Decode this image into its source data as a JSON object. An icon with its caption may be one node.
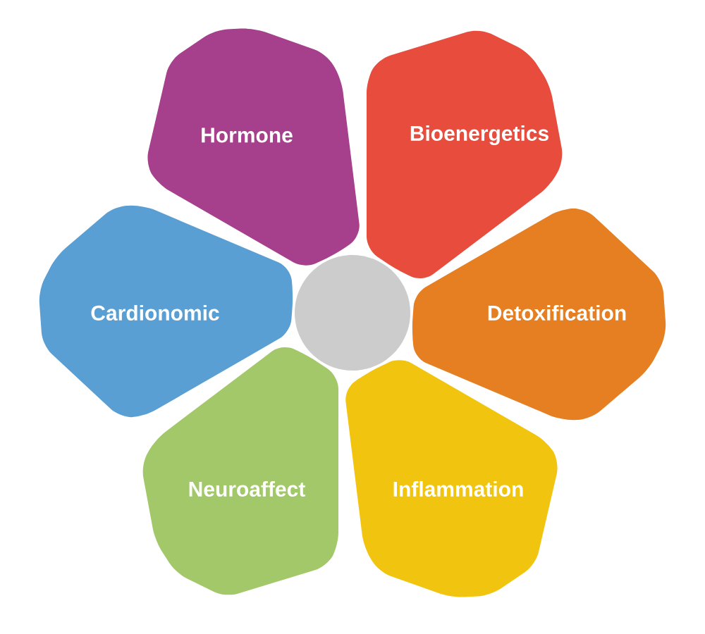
{
  "diagram": {
    "nodes": [
      {
        "text": [
          "Hormone"
        ]
      },
      {
        "text": [
          "Bioenergetics"
        ]
      },
      {
        "text": [
          "Cardionomic"
        ]
      },
      {
        "text": [
          "Detoxification"
        ]
      },
      {
        "text": [
          "Neuroaffect"
        ]
      },
      {
        "text": [
          "Inflammation"
        ]
      },
      {
        "text": [],
        "shape": "circle"
      }
    ]
  }
}
